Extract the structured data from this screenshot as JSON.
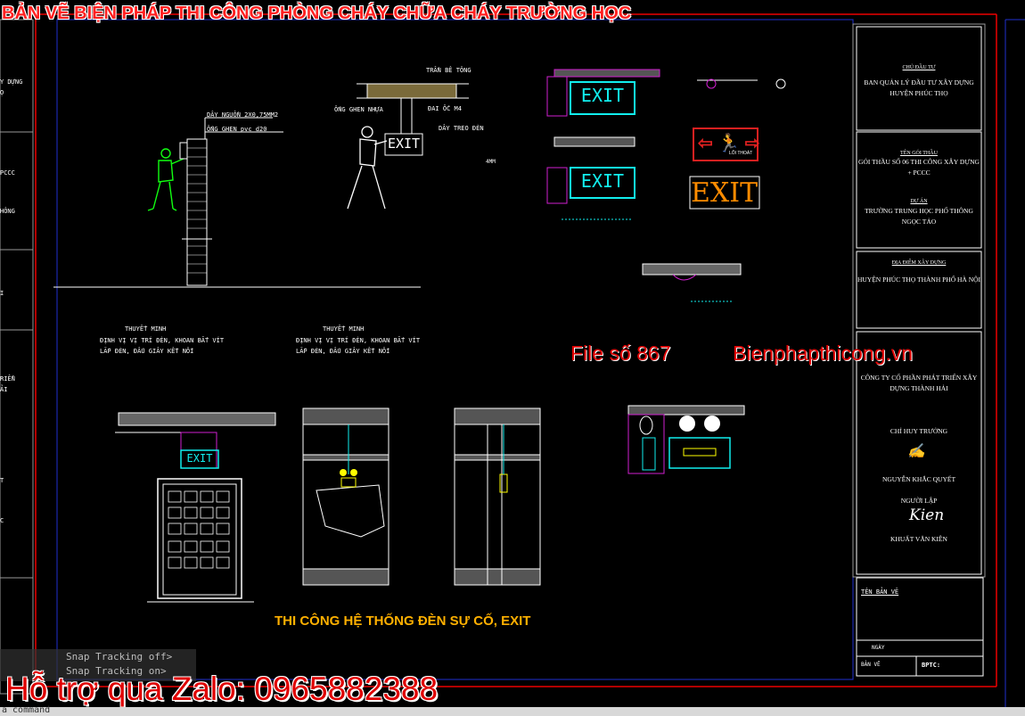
{
  "header": {
    "title": "BẢN VẼ BIỆN PHÁP THI CÔNG PHÒNG CHÁY CHỮA CHÁY TRƯỜNG HỌC"
  },
  "left_titleblock": {
    "fragments": [
      "Y DỰNG",
      "Ọ",
      "PCCC",
      "HÔNG",
      "I",
      "RIỂN",
      "ẢI",
      "T",
      "C"
    ]
  },
  "drawing": {
    "wall_labels": {
      "cable": "DÂY NGUỒN 2X0,75MM2",
      "conduit": "ỐNG GHEN pvc d20"
    },
    "exit_detail_labels": {
      "slab": "TRẦN BÊ TÔNG",
      "pipe": "ỐNG GHEN NHỰA",
      "bolt": "ĐAI ỐC M4",
      "hanger": "DÂY TREO ĐÈN",
      "dim": "4MM"
    },
    "exit_text": "EXIT",
    "note_title": "THUYẾT MINH",
    "note_lines": [
      "ĐỊNH VỊ VỊ TRÍ ĐÈN, KHOAN BẮT VÍT",
      "LẮP ĐÈN, ĐẤU GIÂY KẾT NỐI"
    ],
    "section_title": "THI CÔNG HỆ THỐNG ĐÈN SỰ CỐ, EXIT",
    "big_exit": "EXIT",
    "small_exit": "EXIT",
    "thoat_text": "LỐI THOÁT"
  },
  "overlay": {
    "file_note": "File số 867",
    "website": "Bienphapthicong.vn",
    "zalo": "Hỗ trợ qua Zalo: 0965882388"
  },
  "command_line": {
    "line1": "Snap Tracking off>",
    "line2": "Snap Tracking on>",
    "prompt": "a command"
  },
  "title_block": {
    "owner_label": "CHỦ ĐẦU TƯ",
    "owner": "BAN QUẢN LÝ ĐẦU TƯ XÂY DỰNG HUYỆN PHÚC THỌ",
    "package_label": "TÊN GÓI THẦU",
    "package": "GÓI THẦU SỐ 06 THI CÔNG XÂY DỰNG + PCCC",
    "project_label": "DỰ ÁN",
    "project": "TRƯỜNG TRUNG HỌC PHỔ THÔNG NGỌC TẢO",
    "location_label": "ĐỊA ĐIỂM XÂY DỰNG",
    "location": "HUYỆN PHÚC THỌ THÀNH PHỐ HÀ NỘI",
    "contractor": "CÔNG TY CỔ PHẦN PHÁT TRIỂN XÂY DỰNG THÀNH HẢI",
    "manager_label": "CHỈ HUY TRƯỞNG",
    "manager": "NGUYỄN KHẮC QUYẾT",
    "drafter_label": "NGƯỜI LẬP",
    "drafter": "KHUẤT VĂN KIÊN",
    "signature": "Kien",
    "drawing_name_label": "TÊN BẢN VẼ",
    "date_label": "NGÀY",
    "sheet_label": "BẢN VẼ",
    "sheet_code": "BPTC:"
  },
  "colors": {
    "title_red": "#ff2020",
    "section_orange": "#ffb000",
    "cad_cyan": "#1ee",
    "cad_magenta": "#d020d0"
  }
}
